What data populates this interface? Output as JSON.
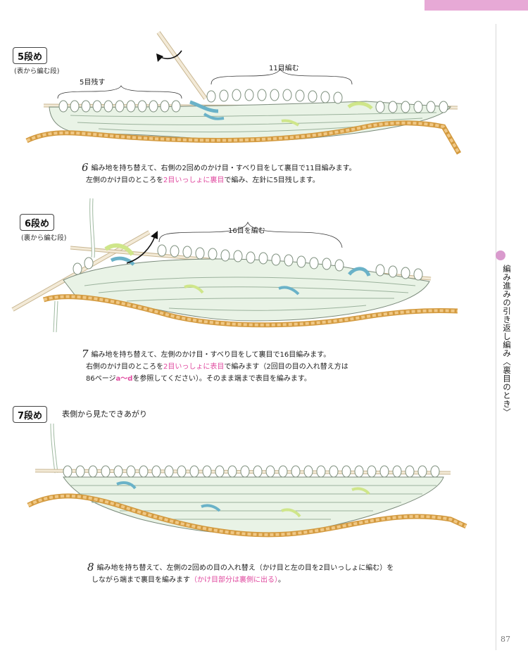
{
  "side_title": "編み進みの引き返し編み〈裏目のとき〉",
  "page_number": "87",
  "colors": {
    "accent": "#e04ba0",
    "yarn_main": "#d8ecd8",
    "yarn_edge": "#e6b35f",
    "yarn_blue": "#6ab2c8",
    "yarn_green": "#cfe68a"
  },
  "steps": [
    {
      "badge": "5段め",
      "sub": "(表から編む段)",
      "left_label": "5目残す",
      "right_label": "11目編む",
      "instruction": {
        "num": "6",
        "line1": "編み地を持ち替えて、右側の2回めのかけ目・すべり目をして裏目で11目編みます。",
        "line2_a": "左側のかけ目のところを",
        "line2_hl": "2目いっしょに裏目",
        "line2_b": "で編み、左針に5目残します。"
      }
    },
    {
      "badge": "6段め",
      "sub": "(裏から編む段)",
      "right_label": "16目を編む",
      "instruction": {
        "num": "7",
        "line1": "編み地を持ち替えて、左側のかけ目・すべり目をして裏目で16目編みます。",
        "line2_a": "右側のかけ目のところを",
        "line2_hl": "2目いっしょに表目",
        "line2_b": "で編みます（2回目の目の入れ替え方は",
        "line3_a": "86ページ",
        "line3_hl": "a〜d",
        "line3_b": "を参照してください）。そのまま端まで表目を編みます。"
      }
    },
    {
      "badge": "7段め",
      "desc": "表側から見たできあがり",
      "instruction": {
        "num": "8",
        "line1": "編み地を持ち替えて、左側の2回めの目の入れ替え（かけ目と左の目を2目いっしょに編む）を",
        "line2_a": "しながら端まで裏目を編みます",
        "line2_hl": "（かけ目部分は裏側に出る）",
        "line2_b": "。"
      }
    }
  ]
}
